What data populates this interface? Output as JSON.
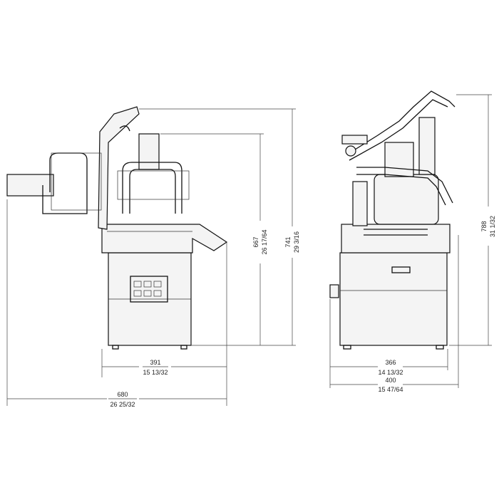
{
  "dimensions": {
    "side_depth": {
      "mm": "391",
      "inch": "15 13/32"
    },
    "side_total_width": {
      "mm": "680",
      "inch": "26 25/32"
    },
    "side_height_closed": {
      "mm": "667",
      "inch": "26 17/64"
    },
    "side_height_open": {
      "mm": "741",
      "inch": "29 3/16"
    },
    "front_base_width": {
      "mm": "366",
      "inch": "14 13/32"
    },
    "front_total_width": {
      "mm": "400",
      "inch": "15 47/64"
    },
    "front_height_max": {
      "mm": "788",
      "inch": "31 1/32"
    }
  }
}
